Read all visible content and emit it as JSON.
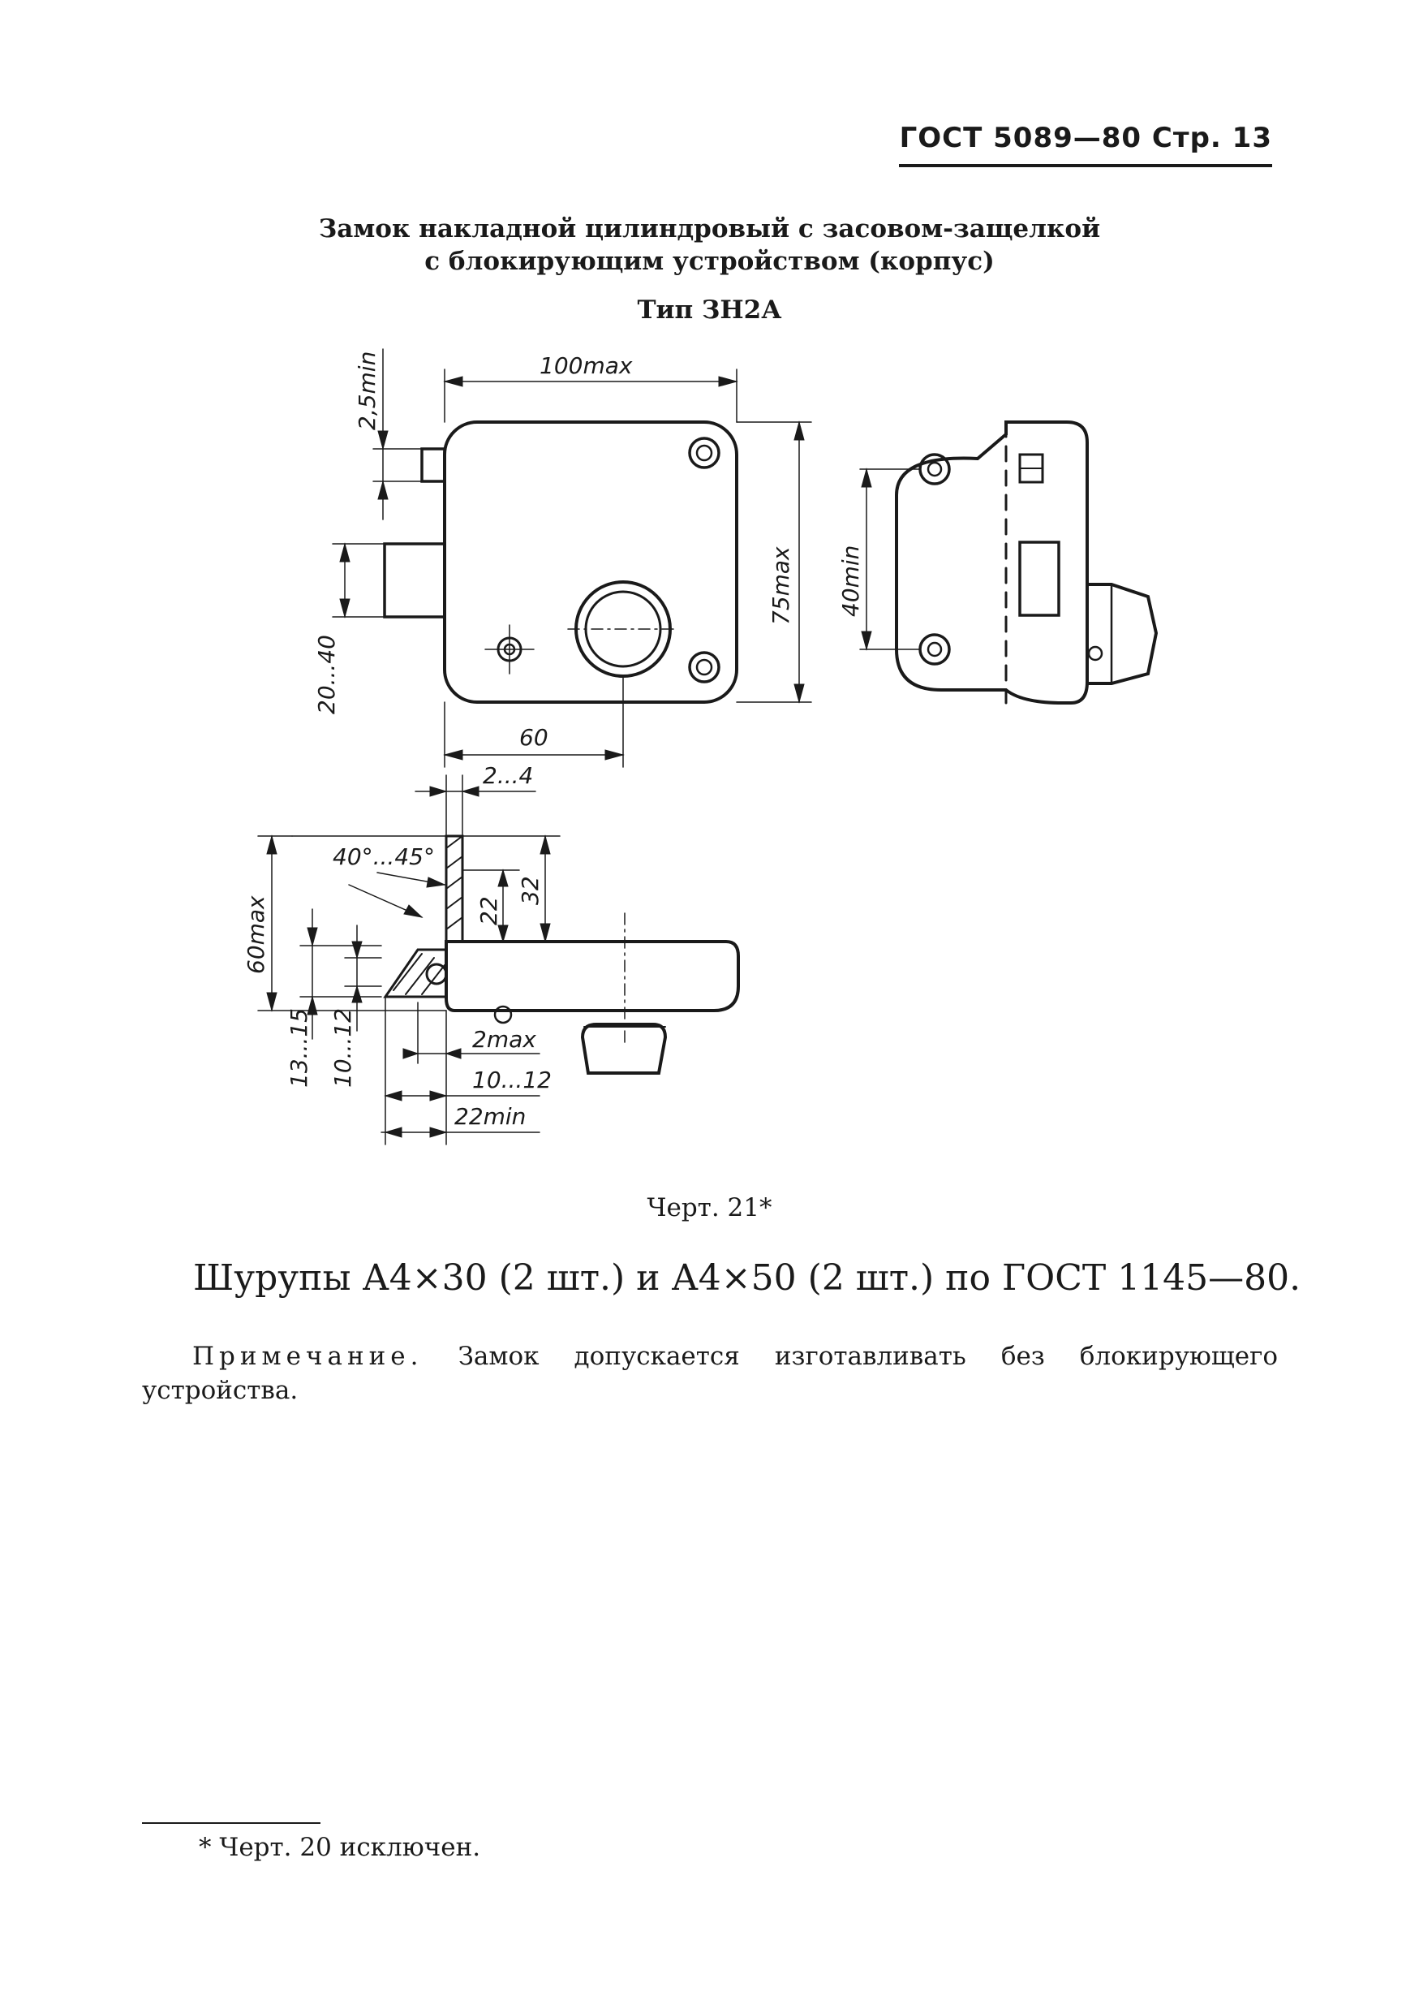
{
  "header": {
    "text": "ГОСТ 5089—80 Стр. 13"
  },
  "title": {
    "line1": "Замок накладной цилиндровый с засовом-защелкой",
    "line2": "с блокирующим устройством (корпус)"
  },
  "subtitle": "Тип ЗН2А",
  "dimensions": {
    "top_view": {
      "width_max": "100max",
      "height_max": "75max",
      "bolt_offset_min": "2,5min",
      "cylinder_offset": "60",
      "latch_range": "20...40"
    },
    "side_view": {
      "hole_spacing_min": "40min"
    },
    "bottom_view": {
      "plate_thickness": "2...4",
      "angle_range": "40°...45°",
      "height_max": "60max",
      "dim_32": "32",
      "dim_22": "22",
      "dim_13_15": "13...15",
      "dim_10_12_vertical": "10...12",
      "gap_max": "2max",
      "latch_protrusion": "10...12",
      "bolt_protrusion_min": "22min"
    }
  },
  "caption": "Черт. 21*",
  "screws_text": "Шурупы А4×30 (2 шт.) и А4×50 (2 шт.) по ГОСТ 1145—80.",
  "note": {
    "head": "Примечание.",
    "body": "Замок допускается изготавливать без блокирующего устройства."
  },
  "footnote": "* Черт. 20 исключен."
}
